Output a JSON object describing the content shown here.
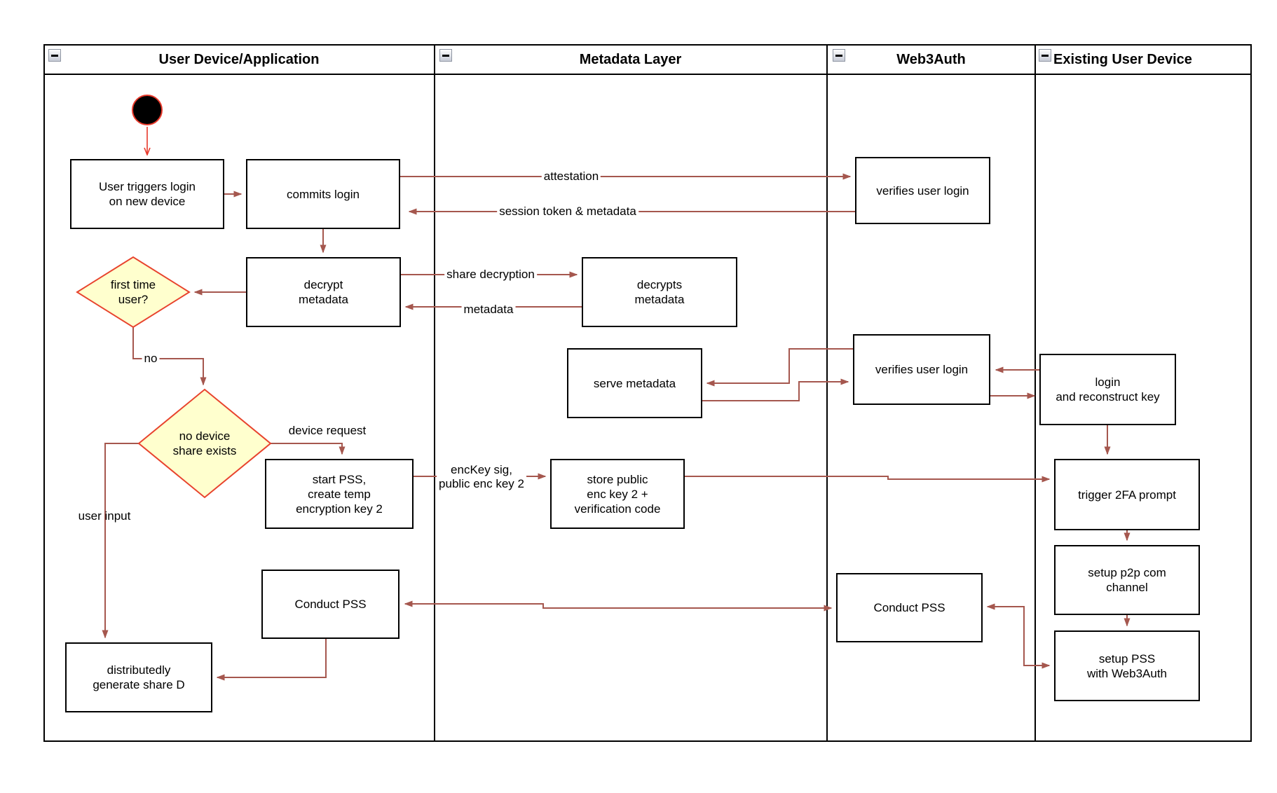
{
  "diagram_type": "swimlane-flowchart",
  "colors": {
    "edge": "#A5574E",
    "accent_red": "#E8392B",
    "decision_fill": "#FFFFCE",
    "decision_border": "#E8432D",
    "node_border": "#000000",
    "node_fill": "#FFFFFF"
  },
  "lanes": [
    {
      "title": "User Device/Application"
    },
    {
      "title": "Metadata Layer"
    },
    {
      "title": "Web3Auth"
    },
    {
      "title": "Existing User Device"
    }
  ],
  "nodes": {
    "user_triggers": {
      "label": "User triggers login\non new device"
    },
    "commits_login": {
      "label": "commits login"
    },
    "decrypt_metadata": {
      "label": "decrypt\nmetadata"
    },
    "first_time_user": {
      "label": "first time\nuser?"
    },
    "no_device_share": {
      "label": "no device\nshare exists"
    },
    "start_pss": {
      "label": "start PSS,\ncreate temp\nencryption key 2"
    },
    "conduct_pss_user": {
      "label": "Conduct PSS"
    },
    "dist_gen_share": {
      "label": "distributedly\ngenerate share D"
    },
    "decrypts_metadata": {
      "label": "decrypts\nmetadata"
    },
    "serve_metadata": {
      "label": "serve metadata"
    },
    "store_public": {
      "label": "store public\nenc key 2 +\nverification code"
    },
    "verifies_login_1": {
      "label": "verifies user login"
    },
    "verifies_login_2": {
      "label": "verifies user login"
    },
    "conduct_pss_w3a": {
      "label": "Conduct PSS"
    },
    "login_reconstruct": {
      "label": "login\nand reconstruct key"
    },
    "trigger_2fa": {
      "label": "trigger 2FA prompt"
    },
    "setup_p2p": {
      "label": "setup p2p com\nchannel"
    },
    "setup_pss": {
      "label": "setup PSS\nwith Web3Auth"
    }
  },
  "edge_labels": {
    "attestation": "attestation",
    "session_token": "session token & metadata",
    "share_decryption": "share decryption",
    "metadata": "metadata",
    "no": "no",
    "device_request": "device request",
    "user_input": "user input",
    "enckey": "encKey sig,\npublic enc key 2"
  }
}
